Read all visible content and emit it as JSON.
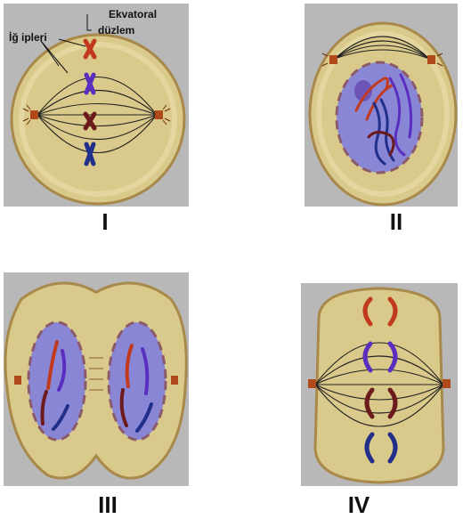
{
  "panels": {
    "p1": {
      "numeral": "I",
      "label_spindle": "İğ ipleri",
      "label_plane_line1": "Ekvatoral",
      "label_plane_line2": "düzlem"
    },
    "p2": {
      "numeral": "II"
    },
    "p3": {
      "numeral": "III"
    },
    "p4": {
      "numeral": "IV"
    }
  },
  "colors": {
    "background_gray": "#b8b8b8",
    "cytoplasm": "#d9c98a",
    "cell_border": "#a8894a",
    "nucleus": "#8a86d6",
    "chromosome_red": "#c23a1e",
    "chromosome_purple": "#5a2fc0",
    "chromosome_maroon": "#6b1b1b",
    "chromosome_blue": "#1f2f8a",
    "spindle": "#222222"
  }
}
